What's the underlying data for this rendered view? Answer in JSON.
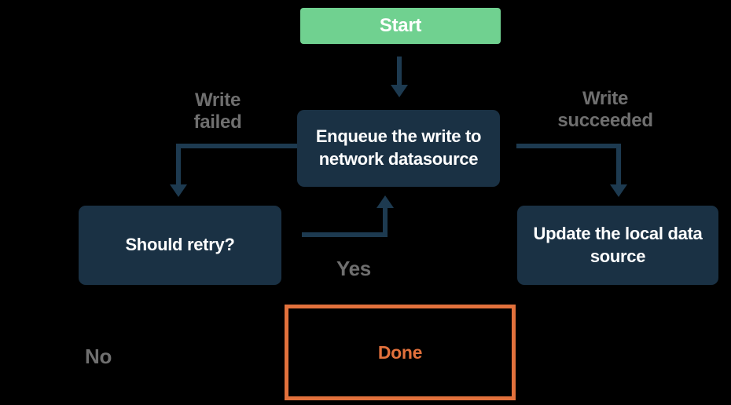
{
  "colors": {
    "background": "#000000",
    "start_node": "#70d190",
    "process_node": "#1a3144",
    "arrow": "#1d3a50",
    "edge_label_text": "#6f6f6f",
    "done_accent": "#e2713c",
    "node_text": "#ffffff"
  },
  "diagram": {
    "nodes": {
      "start": "Start",
      "enqueue": "Enqueue the write to network datasource",
      "should_retry": "Should retry?",
      "update_local": "Update the local data source",
      "done": "Done"
    },
    "labels": {
      "write_failed": "Write failed",
      "write_succeeded": "Write succeeded",
      "yes": "Yes",
      "no": "No"
    }
  }
}
